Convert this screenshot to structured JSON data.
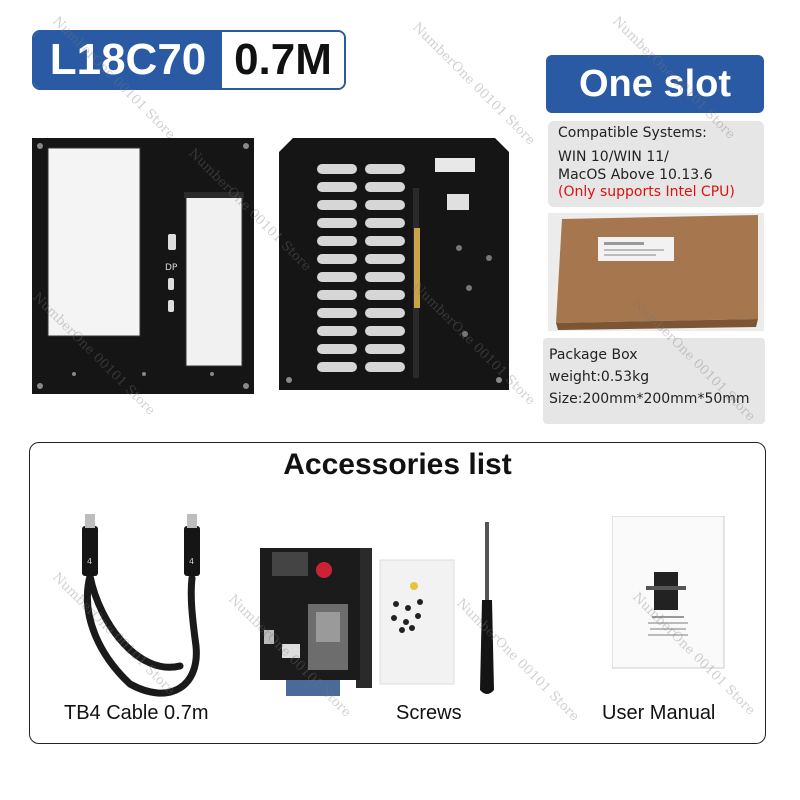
{
  "title": {
    "model": "L18C70",
    "length": "0.7M"
  },
  "slot_label": "One slot",
  "compatibility": {
    "heading": "Compatible Systems:",
    "line1": "WIN 10/WIN 11/",
    "line2": "MacOS Above 10.13.6",
    "note": "(Only supports Intel CPU)"
  },
  "package": {
    "heading": "Package Box",
    "weight": "weight:0.53kg",
    "size": "Size:200mm*200mm*50mm"
  },
  "accessories": {
    "title": "Accessories list",
    "items": [
      {
        "caption": "TB4 Cable 0.7m"
      },
      {
        "caption": "Screws"
      },
      {
        "caption": "User Manual"
      }
    ]
  },
  "board_labels": {
    "port": "DP",
    "cable_mark": "4"
  },
  "watermark": "NumberOne 00101 Store",
  "colors": {
    "brand_blue": "#2a5aa3",
    "note_red": "#dd1111",
    "panel_gray": "#e6e6e6",
    "board_black": "#111111"
  }
}
